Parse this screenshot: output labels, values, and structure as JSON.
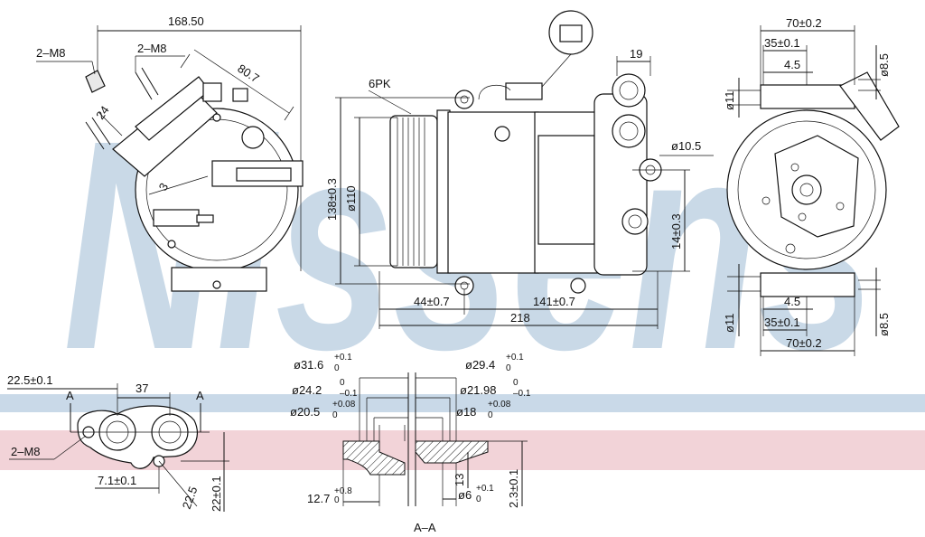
{
  "watermark": {
    "text": "Nissens",
    "color": "#b7cde0",
    "band_blue": "#c9d9e8",
    "band_pink": "#f2d3d8"
  },
  "side_view": {
    "overall_width": "168.50",
    "bolt_left": "2–M8",
    "bolt_right": "2–M8",
    "diag_dim": "80.7",
    "angle_dim": "24",
    "small_dim": "3"
  },
  "front_view": {
    "belt": "6PK",
    "height": "138±0.3",
    "pulley_dia": "ø110",
    "port_dim": "19",
    "hole_dia": "ø10.5",
    "offset_right": "14±0.3",
    "pulley_offset": "44±0.7",
    "body_len": "141±0.7",
    "total_len": "218"
  },
  "end_view": {
    "top_w70": "70±0.2",
    "top_w35": "35±0.1",
    "top_w45": "4.5",
    "top_d85": "ø8.5",
    "top_d11": "ø11",
    "bot_w45": "4.5",
    "bot_w35": "35±0.1",
    "bot_w70": "70±0.2",
    "bot_d11": "ø11",
    "bot_d85": "ø8.5"
  },
  "port_view": {
    "d225": "22.5±0.1",
    "d37": "37",
    "sec_a_left": "A",
    "sec_a_right": "A",
    "bolt": "2–M8",
    "d71": "7.1±0.1",
    "d225b": "22.5",
    "d22": "22±0.1"
  },
  "section_view": {
    "d316": "ø31.6",
    "d316_tol_up": "+0.1",
    "d316_tol_lo": "0",
    "d242": "ø24.2",
    "d242_tol_up": "0",
    "d242_tol_lo": "–0.1",
    "d205": "ø20.5",
    "d205_tol_up": "+0.08",
    "d205_tol_lo": "0",
    "d294": "ø29.4",
    "d294_tol_up": "+0.1",
    "d294_tol_lo": "0",
    "d2198": "ø21.98",
    "d2198_tol_up": "0",
    "d2198_tol_lo": "–0.1",
    "d18": "ø18",
    "d18_tol_up": "+0.08",
    "d18_tol_lo": "0",
    "d127": "12.7",
    "d127_tol_up": "+0.8",
    "d127_tol_lo": "0",
    "d6": "ø6",
    "d6_tol_up": "+0.1",
    "d6_tol_lo": "0",
    "d13": "13",
    "d23": "2.3±0.1",
    "label": "A–A"
  }
}
